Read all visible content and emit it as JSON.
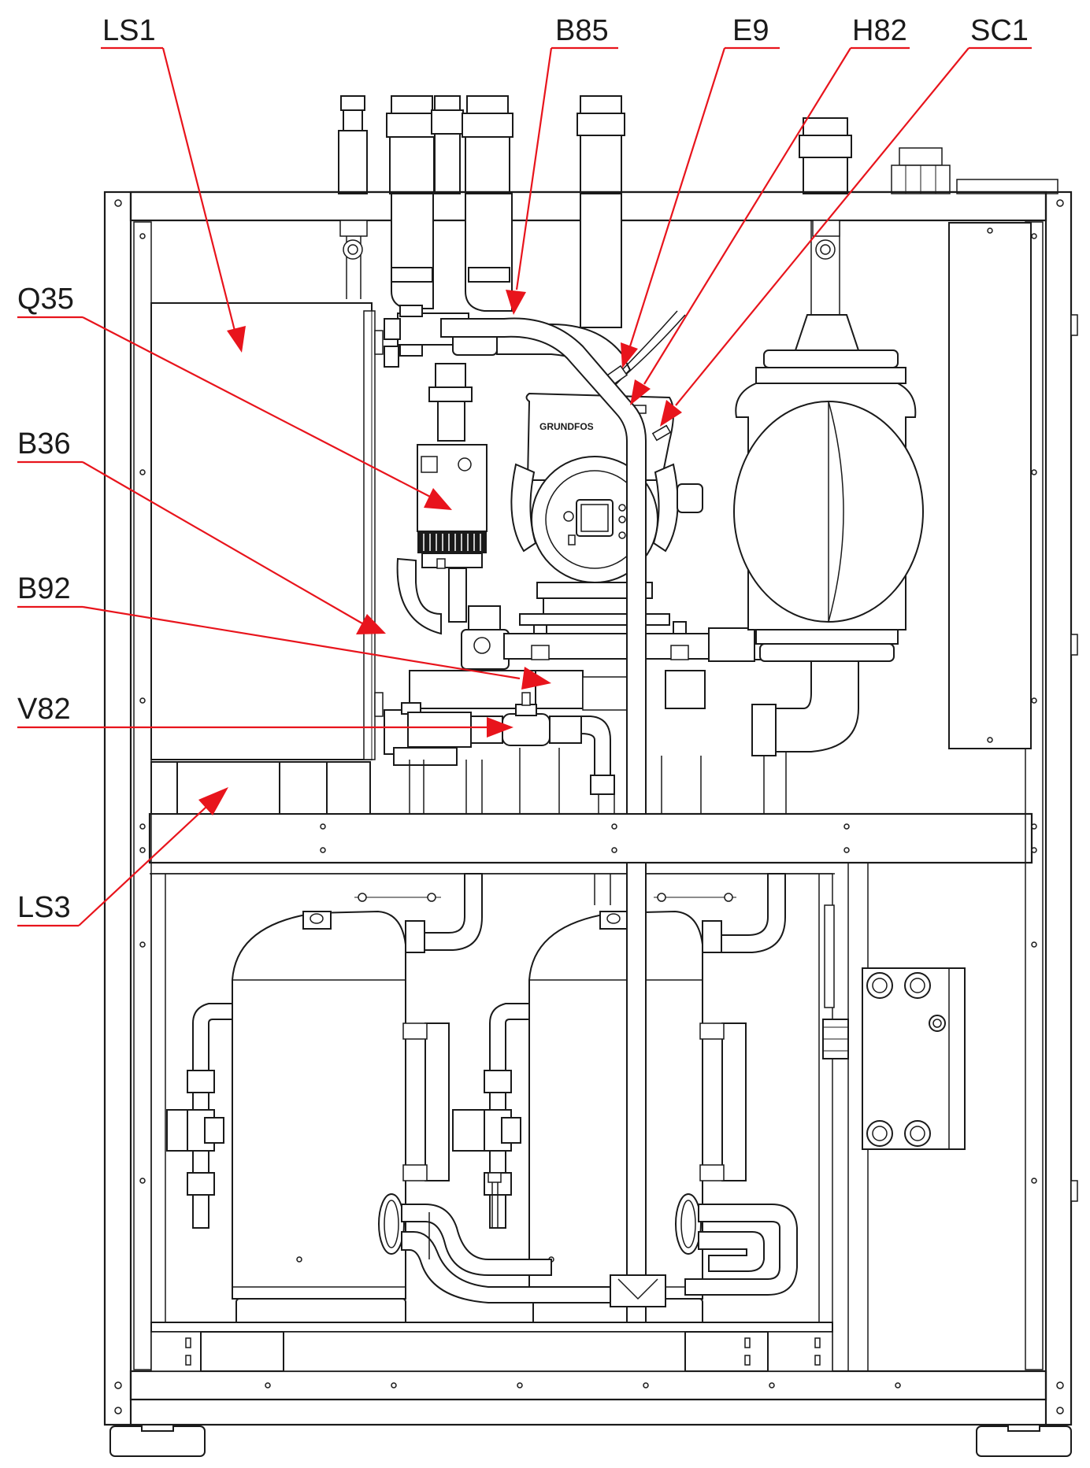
{
  "callouts": [
    {
      "id": "LS1",
      "label": "LS1"
    },
    {
      "id": "B85",
      "label": "B85"
    },
    {
      "id": "E9",
      "label": "E9"
    },
    {
      "id": "H82",
      "label": "H82"
    },
    {
      "id": "SC1",
      "label": "SC1"
    },
    {
      "id": "Q35",
      "label": "Q35"
    },
    {
      "id": "B36",
      "label": "B36"
    },
    {
      "id": "B92",
      "label": "B92"
    },
    {
      "id": "V82",
      "label": "V82"
    },
    {
      "id": "LS3",
      "label": "LS3"
    }
  ],
  "pump_brand": "GRUNDFOS",
  "colors": {
    "leader": "#e8141c",
    "line": "#1a1a1a",
    "background": "#ffffff"
  }
}
